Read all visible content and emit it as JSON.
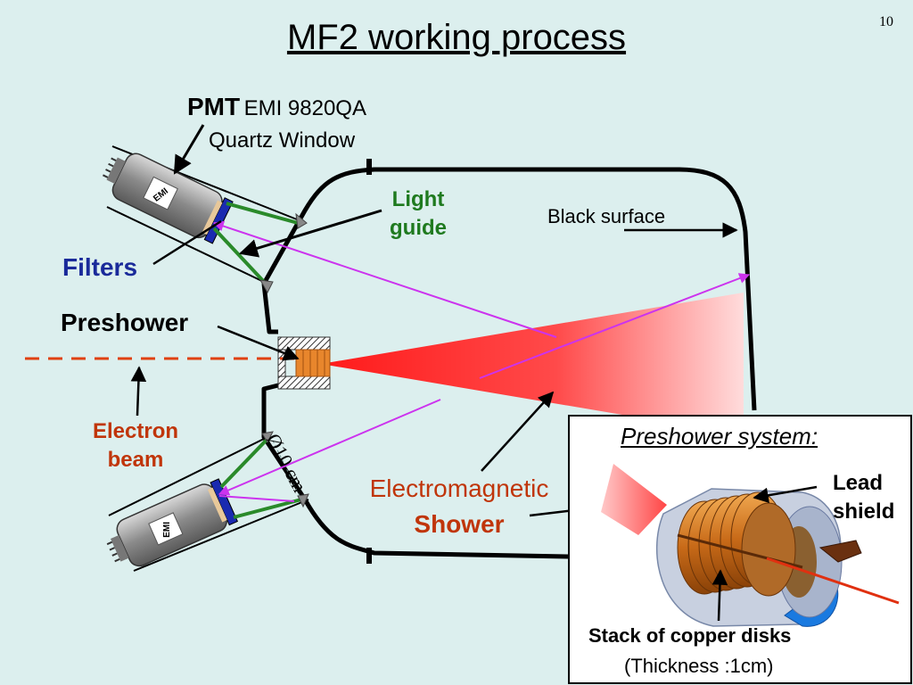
{
  "slide": {
    "title": "MF2 working process",
    "page_number": "10"
  },
  "labels": {
    "pmt": "PMT",
    "pmt_model": "EMI 9820QA",
    "quartz_window": "Quartz Window",
    "light_guide_line1": "Light",
    "light_guide_line2": "guide",
    "black_surface": "Black surface",
    "filters": "Filters",
    "preshower": "Preshower",
    "electron_beam_line1": "Electron",
    "electron_beam_line2": "beam",
    "diameter": "Ø10 cm",
    "em_shower_line1": "Electromagnetic",
    "em_shower_line2": "Shower",
    "pmt_logo": "EMI"
  },
  "inset": {
    "title": "Preshower system:",
    "lead_shield_line1": "Lead",
    "lead_shield_line2": "shield",
    "copper_disks": "Stack of copper disks",
    "thickness": "(Thickness :1cm)"
  },
  "colors": {
    "background": "#dcefee",
    "filters_text": "#1a2a9a",
    "light_guide_text": "#1f7a1f",
    "electron_beam_text": "#c0350a",
    "shower_text": "#c0350a",
    "light_ray": "#cc33ee",
    "light_guide_line": "#2a8a2a",
    "beam_line": "#e04010",
    "shower_red": "#ff2020",
    "copper": "#d9822b"
  }
}
